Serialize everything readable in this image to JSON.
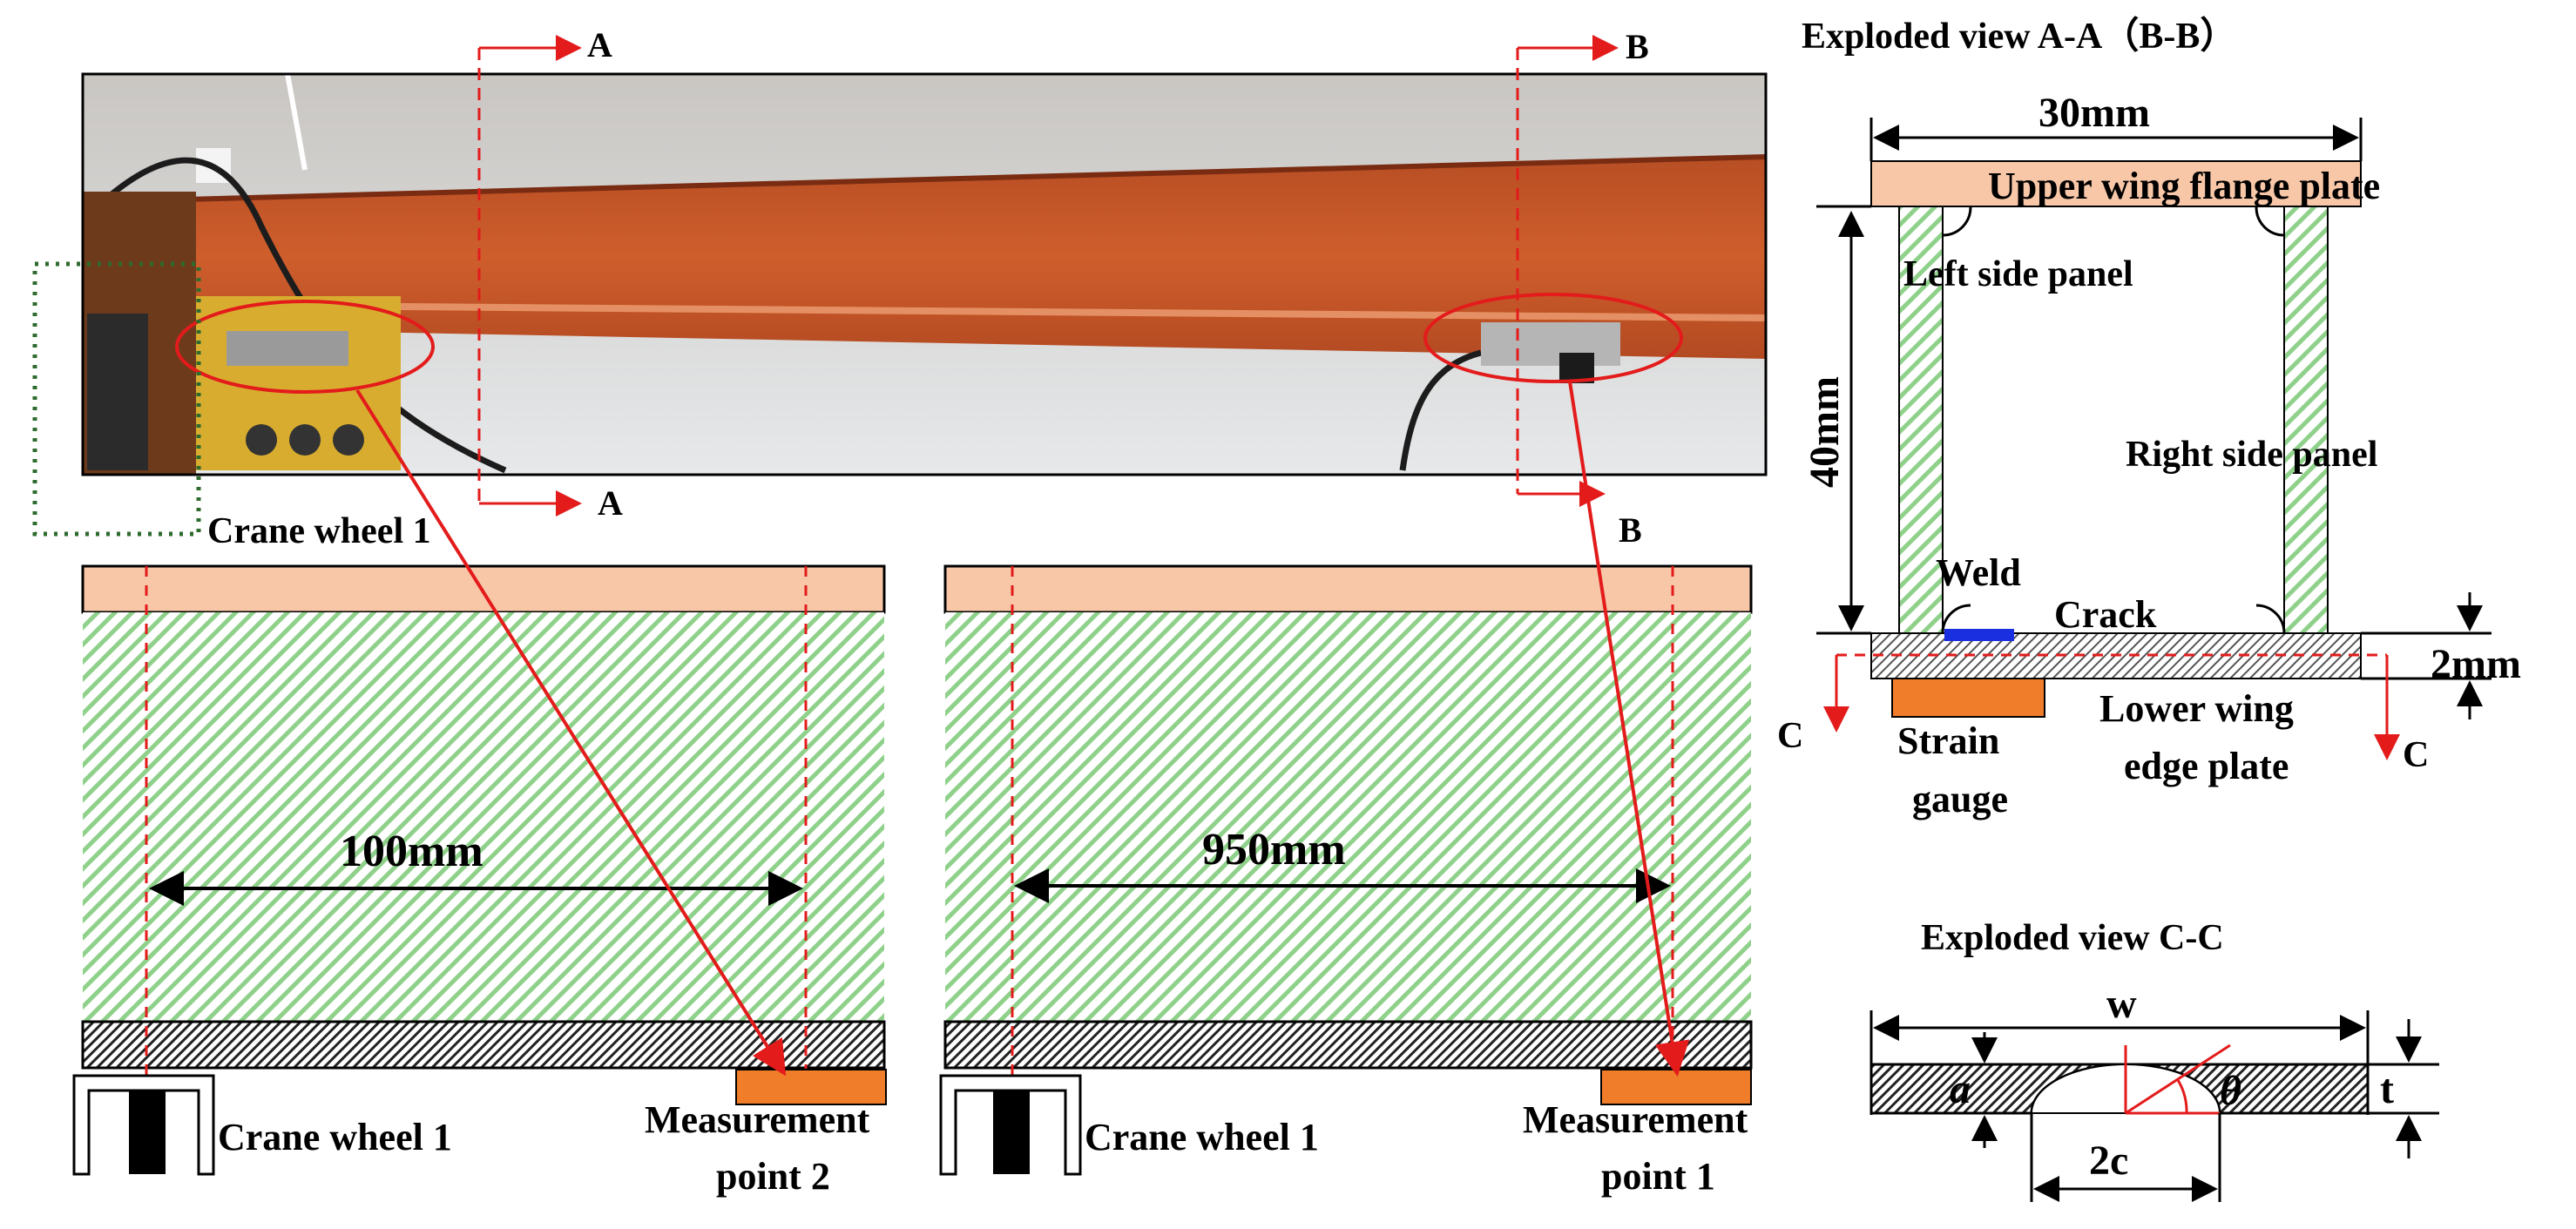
{
  "photo": {
    "section_marks": [
      "A",
      "A",
      "B",
      "B"
    ],
    "wheel_caption": "Crane wheel 1"
  },
  "exploded_ab": {
    "title": "Exploded view A-A（B-B）",
    "width_dim": "30mm",
    "height_dim": "40mm",
    "thickness_dim": "2mm",
    "upper_flange": "Upper wing flange plate",
    "left_panel": "Left side panel",
    "right_panel": "Right side panel",
    "weld": "Weld",
    "crack": "Crack",
    "strain_gauge_1": "Strain",
    "strain_gauge_2": "gauge",
    "lower_plate_1": "Lower wing",
    "lower_plate_2": "edge plate",
    "cut_c_left": "C",
    "cut_c_right": "C"
  },
  "exploded_cc": {
    "title": "Exploded view C-C",
    "w": "w",
    "t": "t",
    "a": "a",
    "theta": "θ",
    "two_c": "2c"
  },
  "panel_left": {
    "distance": "100mm",
    "wheel": "Crane wheel 1",
    "point_1": "Measurement",
    "point_2": "point 2"
  },
  "panel_right": {
    "distance": "950mm",
    "wheel": "Crane wheel 1",
    "point_1": "Measurement",
    "point_2": "point 1"
  },
  "colors": {
    "flange": "#f8c7a8",
    "web_hatch": "#8fd18a",
    "gauge": "#f07d2a",
    "weld": "#1a2fe0",
    "red": "#e31b1b",
    "beam_photo": "#c8572a",
    "green_dotted": "#2e6b2e"
  }
}
